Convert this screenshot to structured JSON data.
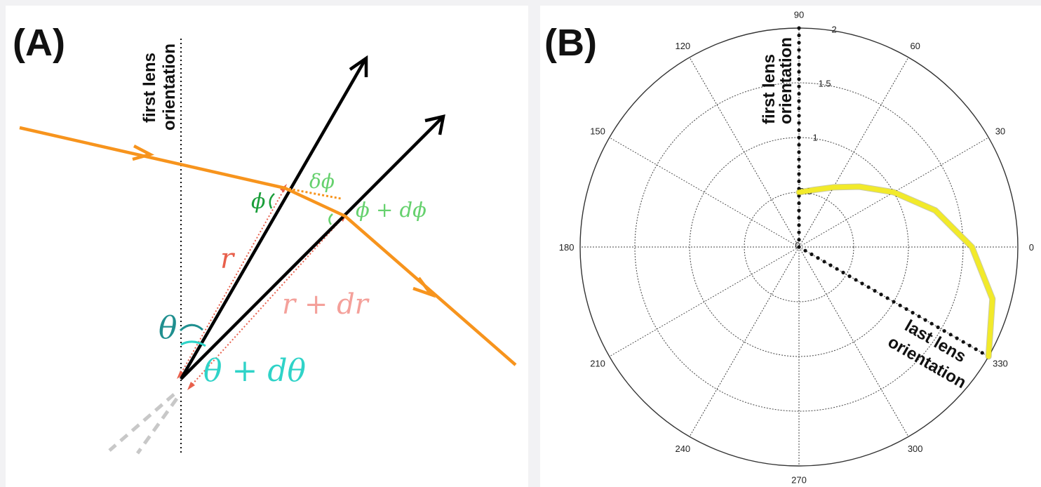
{
  "figure": {
    "colors": {
      "background": "#f2f2f4",
      "panel": "#ffffff",
      "ray": "#f7941d",
      "arrow": "#000000",
      "r_line": "#e8604c",
      "r_text": "#e8604c",
      "rdr_text": "#f4a09a",
      "theta": "#1f8f8f",
      "theta_dtheta": "#2fd3c8",
      "phi": "#1a9e3a",
      "phi_dphi": "#66d16e",
      "delta_phi": "#66d16e",
      "lens_path": "#f2ea2a",
      "grid": "#444444"
    }
  },
  "panel_a": {
    "label": "(A)",
    "axis_label_line1": "first lens",
    "axis_label_line2": "orientation",
    "symbols": {
      "phi": "ϕ",
      "delta_phi": "δϕ",
      "phi_plus_dphi": "ϕ + dϕ",
      "r": "r",
      "r_plus_dr": "r + dr",
      "theta": "θ",
      "theta_plus_dtheta": "θ + dθ"
    }
  },
  "panel_b": {
    "label": "(B)",
    "first_label_line1": "first lens",
    "first_label_line2": "orientation",
    "last_label_line1": "last lens",
    "last_label_line2": "orientation",
    "angle_labels": [
      "0",
      "30",
      "60",
      "90",
      "120",
      "150",
      "180",
      "210",
      "240",
      "270",
      "300",
      "330"
    ],
    "radial_labels": [
      "0",
      "0.5",
      "1",
      "1.5",
      "2"
    ]
  },
  "chart_data": {
    "type": "polar",
    "angle_ticks_deg": [
      0,
      30,
      60,
      90,
      120,
      150,
      180,
      210,
      240,
      270,
      300,
      330
    ],
    "radial_ticks": [
      0,
      0.5,
      1,
      1.5,
      2
    ],
    "rlim": [
      0,
      2
    ],
    "grid": true,
    "series": [
      {
        "style": "dotted",
        "points": [
          [
            90,
            0
          ],
          [
            90,
            2
          ]
        ]
      },
      {
        "style": "dotted",
        "points": [
          [
            0,
            0
          ],
          [
            330,
            2
          ]
        ]
      },
      {
        "style": "thick-yellow-curve",
        "points": [
          [
            90,
            0.5
          ],
          [
            75,
            0.54
          ],
          [
            60,
            0.63
          ],
          [
            45,
            0.78
          ],
          [
            30,
            1.0
          ],
          [
            15,
            1.29
          ],
          [
            0,
            1.58
          ],
          [
            345,
            1.83
          ],
          [
            330,
            2.0
          ]
        ]
      }
    ]
  }
}
